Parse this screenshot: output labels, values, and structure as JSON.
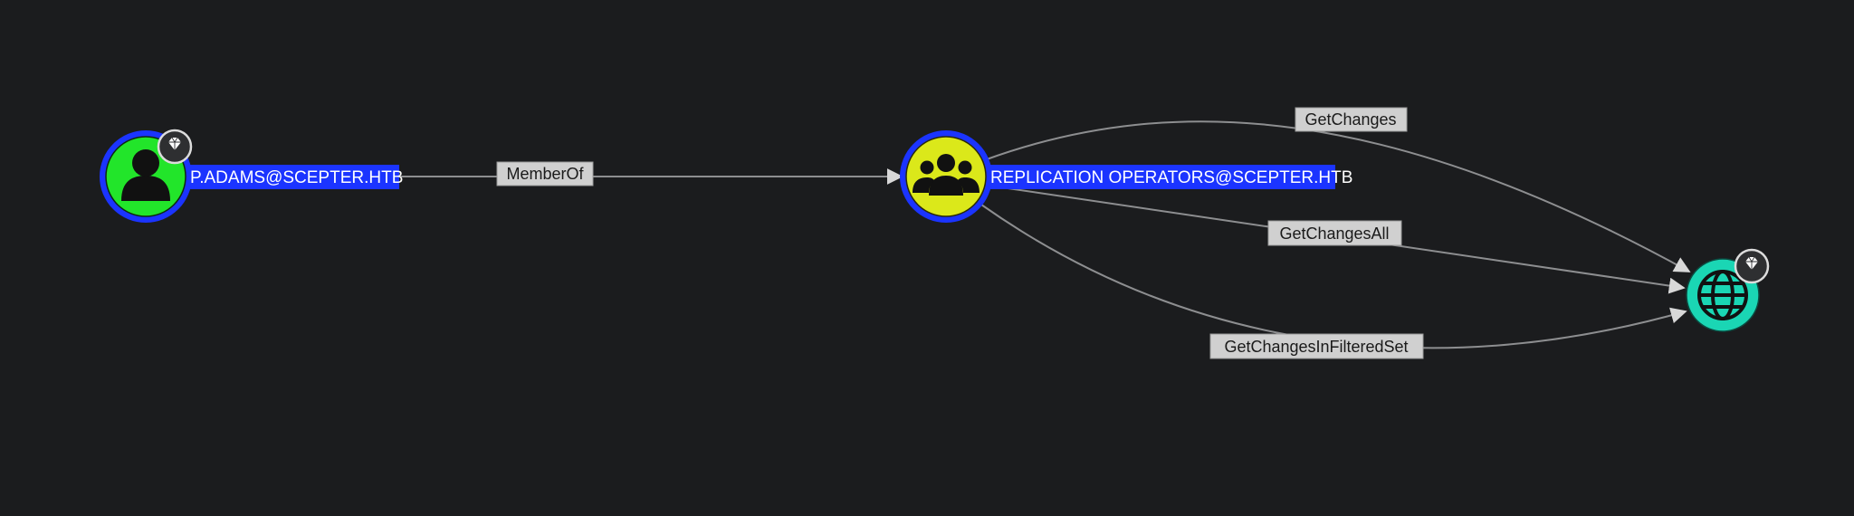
{
  "graph": {
    "nodes": [
      {
        "id": "p-adams",
        "label": "P.ADAMS@SCEPTER.HTB",
        "kind": "user",
        "icon": "user-icon",
        "fill": "#22e52a",
        "ring": "#1b34ff",
        "badge": "diamond-icon",
        "highlighted": true
      },
      {
        "id": "replication-operators",
        "label": "REPLICATION OPERATORS@SCEPTER.HTB",
        "kind": "group",
        "icon": "group-icon",
        "fill": "#dbe81a",
        "ring": "#1b34ff",
        "badge": null,
        "highlighted": true
      },
      {
        "id": "domain",
        "label": "",
        "kind": "domain",
        "icon": "globe-icon",
        "fill": "#1ad6b4",
        "ring": null,
        "badge": "diamond-icon",
        "highlighted": false
      }
    ],
    "edges": [
      {
        "id": "memberof",
        "from": "p-adams",
        "to": "replication-operators",
        "label": "MemberOf"
      },
      {
        "id": "getchanges",
        "from": "replication-operators",
        "to": "domain",
        "label": "GetChanges"
      },
      {
        "id": "getchangesall",
        "from": "replication-operators",
        "to": "domain",
        "label": "GetChangesAll"
      },
      {
        "id": "getchangesinfilteredset",
        "from": "replication-operators",
        "to": "domain",
        "label": "GetChangesInFilteredSet"
      }
    ]
  },
  "colors": {
    "background": "#1b1c1e",
    "edge": "#8d8e90",
    "label_highlight": "#1b34ff",
    "edge_label_bg": "#d0d0d0"
  }
}
